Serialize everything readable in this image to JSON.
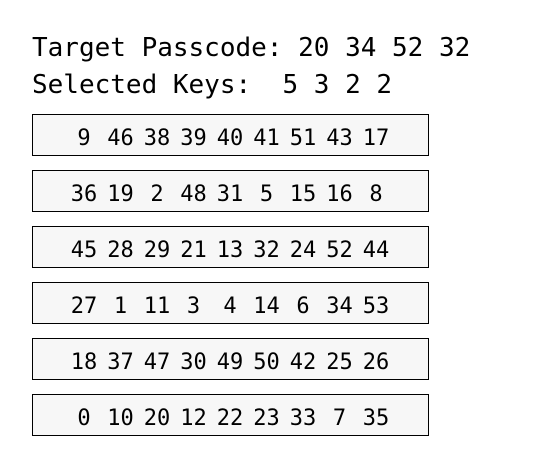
{
  "header": {
    "target_label": "Target Passcode:",
    "target_values": "20 34 52 32",
    "selected_label": "Selected Keys:",
    "selected_values": "5 3 2 2"
  },
  "keypad": {
    "rows": [
      [
        "9",
        "46",
        "38",
        "39",
        "40",
        "41",
        "51",
        "43",
        "17"
      ],
      [
        "36",
        "19",
        "2",
        "48",
        "31",
        "5",
        "15",
        "16",
        "8"
      ],
      [
        "45",
        "28",
        "29",
        "21",
        "13",
        "32",
        "24",
        "52",
        "44"
      ],
      [
        "27",
        "1",
        "11",
        "3",
        "4",
        "14",
        "6",
        "34",
        "53"
      ],
      [
        "18",
        "37",
        "47",
        "30",
        "49",
        "50",
        "42",
        "25",
        "26"
      ],
      [
        "0",
        "10",
        "20",
        "12",
        "22",
        "23",
        "33",
        "7",
        "35"
      ]
    ]
  }
}
